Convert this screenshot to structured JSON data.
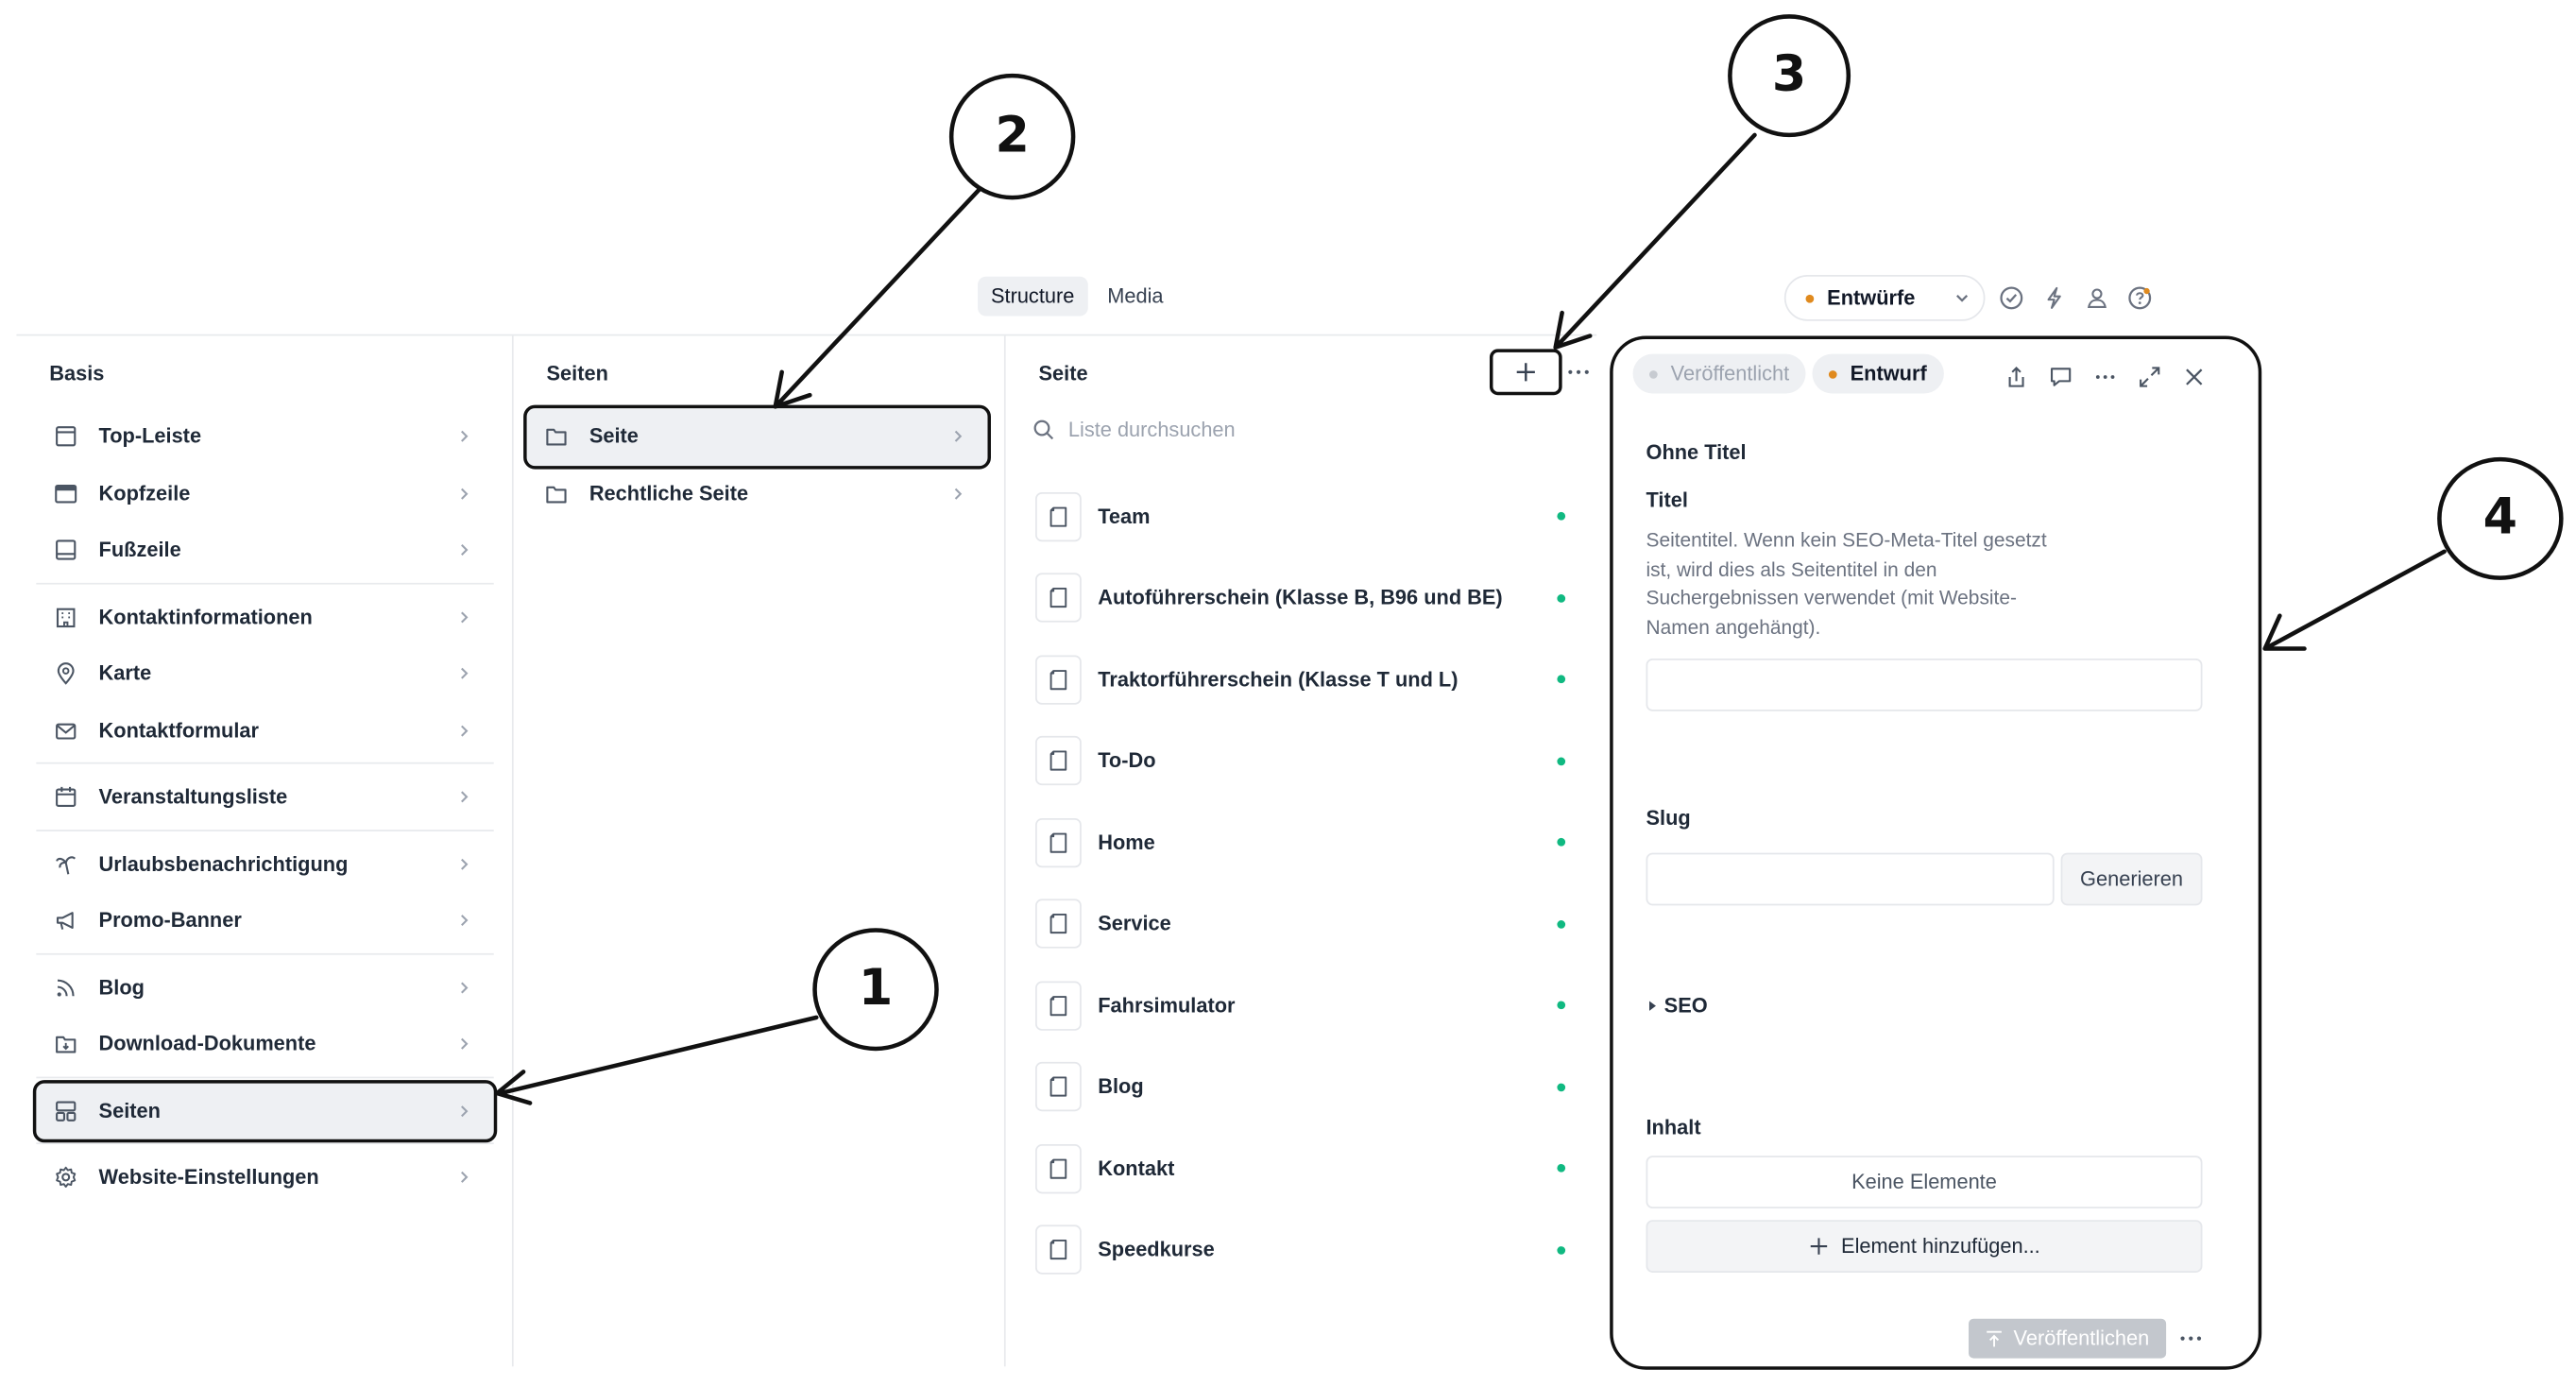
{
  "top_tabs": [
    {
      "label": "Structure",
      "active": true
    },
    {
      "label": "Media",
      "active": false
    }
  ],
  "drafts": {
    "label": "Entwürfe",
    "dot_color": "#e08a1e"
  },
  "top_icons": [
    "check-circle-icon",
    "lightning-icon",
    "users-icon",
    "help-circle-icon"
  ],
  "basis": {
    "title": "Basis",
    "items": [
      {
        "label": "Top-Leiste",
        "icon": "top-bar-icon"
      },
      {
        "label": "Kopfzeile",
        "icon": "header-icon"
      },
      {
        "label": "Fußzeile",
        "icon": "footer-icon"
      },
      {
        "label": "Kontaktinformationen",
        "icon": "building-icon"
      },
      {
        "label": "Karte",
        "icon": "map-pin-icon"
      },
      {
        "label": "Kontaktformular",
        "icon": "mail-icon"
      },
      {
        "label": "Veranstaltungsliste",
        "icon": "calendar-icon"
      },
      {
        "label": "Urlaubsbenachrichtigung",
        "icon": "palm-tree-icon"
      },
      {
        "label": "Promo-Banner",
        "icon": "megaphone-icon"
      },
      {
        "label": "Blog",
        "icon": "rss-icon"
      },
      {
        "label": "Download-Dokumente",
        "icon": "folder-download-icon"
      },
      {
        "label": "Seiten",
        "icon": "layout-icon",
        "selected": true
      },
      {
        "label": "Website-Einstellungen",
        "icon": "gear-icon"
      }
    ]
  },
  "seiten": {
    "title": "Seiten",
    "items": [
      {
        "label": "Seite",
        "selected": true
      },
      {
        "label": "Rechtliche Seite"
      }
    ]
  },
  "seite": {
    "title": "Seite",
    "search_placeholder": "Liste durchsuchen",
    "documents": [
      {
        "label": "Team",
        "status": "#10b981"
      },
      {
        "label": "Autoführerschein (Klasse B, B96 und BE)",
        "status": "#10b981"
      },
      {
        "label": "Traktorführerschein (Klasse T und L)",
        "status": "#10b981"
      },
      {
        "label": "To-Do",
        "status": "#10b981"
      },
      {
        "label": "Home",
        "status": "#10b981"
      },
      {
        "label": "Service",
        "status": "#10b981"
      },
      {
        "label": "Fahrsimulator",
        "status": "#10b981"
      },
      {
        "label": "Blog",
        "status": "#10b981"
      },
      {
        "label": "Kontakt",
        "status": "#10b981"
      },
      {
        "label": "Speedkurse",
        "status": "#10b981"
      }
    ]
  },
  "editor": {
    "status_published": "Veröffentlicht",
    "status_draft": "Entwurf",
    "doc_title": "Ohne Titel",
    "title_label": "Titel",
    "title_description": "Seitentitel. Wenn kein SEO-Meta-Titel gesetzt ist, wird dies als Seitentitel in den Suchergebnissen verwendet (mit Website-Namen angehängt).",
    "slug_label": "Slug",
    "generate_label": "Generieren",
    "seo_label": "SEO",
    "content_label": "Inhalt",
    "no_elements": "Keine Elemente",
    "add_element": "Element hinzufügen...",
    "publish_label": "Veröffentlichen"
  },
  "annotations": [
    "1",
    "2",
    "3",
    "4"
  ]
}
